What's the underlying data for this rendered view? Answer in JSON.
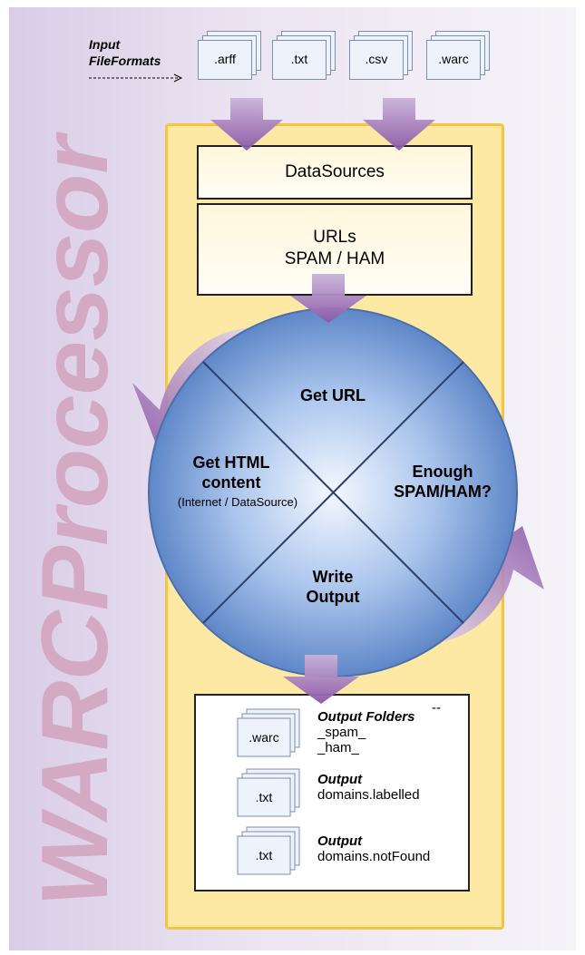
{
  "title": "WARCProcessor",
  "input": {
    "label_line1": "Input",
    "label_line2": "FileFormats",
    "formats": [
      ".arff",
      ".txt",
      ".csv",
      ".warc"
    ]
  },
  "boxes": {
    "datasources": "DataSources",
    "urls_line1": "URLs",
    "urls_line2": "SPAM / HAM"
  },
  "cycle": {
    "get_url": "Get URL",
    "enough_line1": "Enough",
    "enough_line2": "SPAM/HAM?",
    "write_line1": "Write",
    "write_line2": "Output",
    "get_html_line1": "Get HTML",
    "get_html_line2": "content",
    "get_html_sub": "(Internet / DataSource)"
  },
  "output": {
    "dash": "--",
    "items": [
      {
        "icon": ".warc",
        "heading": "Output Folders",
        "lines": [
          "_spam_",
          "_ham_"
        ]
      },
      {
        "icon": ".txt",
        "heading": "Output",
        "lines": [
          "domains.labelled"
        ]
      },
      {
        "icon": ".txt",
        "heading": "Output",
        "lines": [
          "domains.notFound"
        ]
      }
    ]
  },
  "colors": {
    "panel": "#e3d9ec",
    "yellow": "#fde9a4",
    "yellow_border": "#f5c542",
    "circle": "#7fa6dc",
    "arrow": "#9a6bb3",
    "title": "#d3a9c4"
  }
}
